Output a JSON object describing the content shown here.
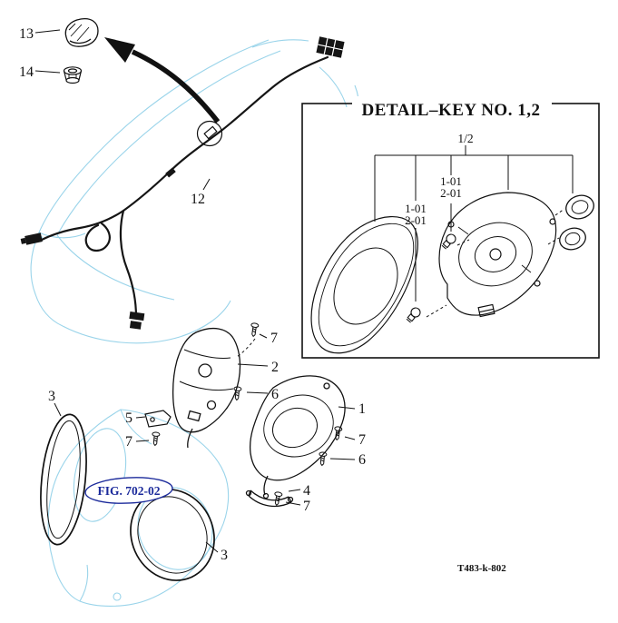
{
  "diagram": {
    "fig_ref": "FIG. 702-02",
    "drawing_code": "T483-k-802",
    "detail_box": {
      "title": "DETAIL–KEY NO. 1,2",
      "key_label": "1/2",
      "bulb_labels": [
        "1-01",
        "2-01",
        "1-01",
        "2-01"
      ]
    },
    "callouts": {
      "part13": "13",
      "part14": "14",
      "harness": "12",
      "seal_left": "3",
      "seal_right": "3",
      "headlight_rh": "1",
      "headlight_lh": "2",
      "bracket_clamp": "5",
      "bracket_stay": "4",
      "screw6_a": "6",
      "screw6_b": "6",
      "screw7_a": "7",
      "screw7_b": "7",
      "screw7_c": "7",
      "screw7_d": "7"
    },
    "colors": {
      "line_art": "#111111",
      "hood_outline": "#9ad4ea",
      "fig_ref_text": "#1b2a9b"
    }
  }
}
